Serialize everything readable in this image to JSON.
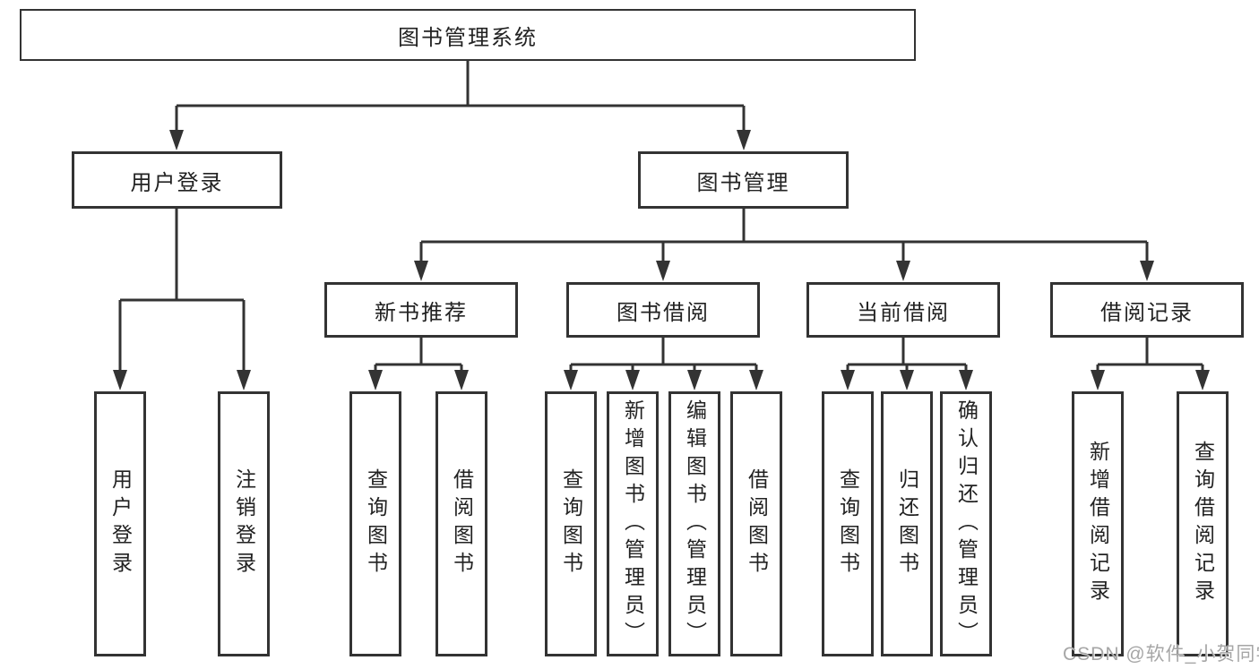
{
  "colors": {
    "line": "#333333",
    "box_border": "#333333",
    "text": "#222222",
    "watermark_gray": "#a6a6a6",
    "background": "#ffffff"
  },
  "diagram": {
    "root": {
      "label": "图书管理系统"
    },
    "level2": [
      {
        "label": "用户登录"
      },
      {
        "label": "图书管理"
      }
    ],
    "level3": [
      {
        "label": "新书推荐"
      },
      {
        "label": "图书借阅"
      },
      {
        "label": "当前借阅"
      },
      {
        "label": "借阅记录"
      }
    ],
    "leaves": [
      {
        "parent": "用户登录",
        "items": [
          "用户登录",
          "注销登录"
        ]
      },
      {
        "parent": "新书推荐",
        "items": [
          "查询图书",
          "借阅图书"
        ]
      },
      {
        "parent": "图书借阅",
        "items": [
          "查询图书",
          "新增图书（管理员）",
          "编辑图书（管理员）",
          "借阅图书"
        ]
      },
      {
        "parent": "当前借阅",
        "items": [
          "查询图书",
          "归还图书",
          "确认归还（管理员）"
        ]
      },
      {
        "parent": "借阅记录",
        "items": [
          "新增借阅记录",
          "查询借阅记录"
        ]
      }
    ]
  },
  "watermark": {
    "text": "CSDN @软件_小贺同学"
  }
}
